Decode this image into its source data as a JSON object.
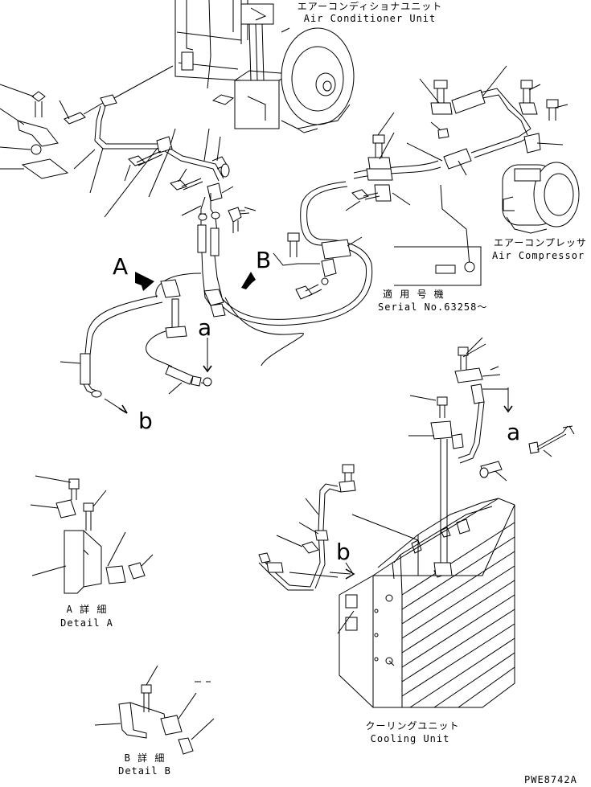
{
  "labels": {
    "air_conditioner_unit_jp": "エアーコンディショナユニット",
    "air_conditioner_unit_en": "Air Conditioner Unit",
    "air_compressor_jp": "エアーコンプレッサ",
    "air_compressor_en": "Air Compressor",
    "serial_jp": "適 用 号 機",
    "serial_en": "Serial No.63258～",
    "cooling_unit_jp": "クーリングユニット",
    "cooling_unit_en": "Cooling Unit",
    "detail_a_jp": "A 詳 細",
    "detail_a_en": "Detail A",
    "detail_b_jp": "B 詳 細",
    "detail_b_en": "Detail B",
    "drawing_id": "PWE8742A"
  },
  "markers": {
    "A": "A",
    "B": "B",
    "a": "a",
    "b": "b"
  }
}
